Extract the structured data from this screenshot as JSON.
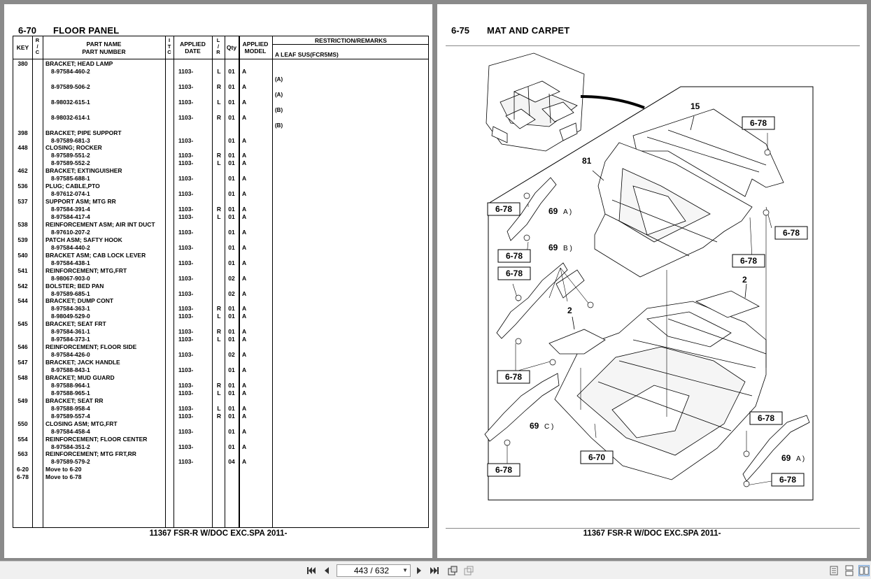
{
  "left_page": {
    "section_number": "6-70",
    "section_title": "FLOOR PANEL",
    "headers": {
      "key": "KEY",
      "rc": [
        "R",
        "/",
        "C"
      ],
      "part_name": "PART NAME",
      "part_number": "PART NUMBER",
      "itc": [
        "I",
        "T",
        "C"
      ],
      "applied_date": [
        "APPLIED",
        "DATE"
      ],
      "lr": [
        "L",
        "/",
        "R"
      ],
      "qty": "Qty",
      "applied_model": [
        "APPLIED",
        "MODEL"
      ],
      "remarks": "RESTRICTION/REMARKS",
      "remarks_note": "A LEAF SUS(FCR5MS)"
    },
    "rows": [
      {
        "key": "380",
        "desc": "BRACKET; HEAD LAMP"
      },
      {
        "pn": "8-97584-460-2",
        "date": "1103-",
        "lr": "L",
        "qty": "01",
        "model": "A"
      },
      {
        "remark": "(A)"
      },
      {
        "pn": "8-97589-506-2",
        "date": "1103-",
        "lr": "R",
        "qty": "01",
        "model": "A"
      },
      {
        "remark": "(A)"
      },
      {
        "pn": "8-98032-615-1",
        "date": "1103-",
        "lr": "L",
        "qty": "01",
        "model": "A"
      },
      {
        "remark": "(B)"
      },
      {
        "pn": "8-98032-614-1",
        "date": "1103-",
        "lr": "R",
        "qty": "01",
        "model": "A"
      },
      {
        "remark": "(B)"
      },
      {
        "key": "398",
        "desc": "BRACKET; PIPE SUPPORT"
      },
      {
        "pn": "8-97589-681-3",
        "date": "1103-",
        "qty": "01",
        "model": "A"
      },
      {
        "key": "448",
        "desc": "CLOSING; ROCKER"
      },
      {
        "pn": "8-97589-551-2",
        "date": "1103-",
        "lr": "R",
        "qty": "01",
        "model": "A"
      },
      {
        "pn": "8-97589-552-2",
        "date": "1103-",
        "lr": "L",
        "qty": "01",
        "model": "A"
      },
      {
        "key": "462",
        "desc": "BRACKET; EXTINGUISHER"
      },
      {
        "pn": "8-97585-688-1",
        "date": "1103-",
        "qty": "01",
        "model": "A"
      },
      {
        "key": "536",
        "desc": "PLUG; CABLE,PTO"
      },
      {
        "pn": "8-97612-074-1",
        "date": "1103-",
        "qty": "01",
        "model": "A"
      },
      {
        "key": "537",
        "desc": "SUPPORT ASM; MTG RR"
      },
      {
        "pn": "8-97584-391-4",
        "date": "1103-",
        "lr": "R",
        "qty": "01",
        "model": "A"
      },
      {
        "pn": "8-97584-417-4",
        "date": "1103-",
        "lr": "L",
        "qty": "01",
        "model": "A"
      },
      {
        "key": "538",
        "desc": "REINFORCEMENT ASM; AIR INT DUCT"
      },
      {
        "pn": "8-97610-207-2",
        "date": "1103-",
        "qty": "01",
        "model": "A"
      },
      {
        "key": "539",
        "desc": "PATCH ASM; SAFTY HOOK"
      },
      {
        "pn": "8-97584-440-2",
        "date": "1103-",
        "qty": "01",
        "model": "A"
      },
      {
        "key": "540",
        "desc": "BRACKET ASM; CAB LOCK LEVER"
      },
      {
        "pn": "8-97584-438-1",
        "date": "1103-",
        "qty": "01",
        "model": "A"
      },
      {
        "key": "541",
        "desc": "REINFORCEMENT; MTG,FRT"
      },
      {
        "pn": "8-98067-903-0",
        "date": "1103-",
        "qty": "02",
        "model": "A"
      },
      {
        "key": "542",
        "desc": "BOLSTER; BED PAN"
      },
      {
        "pn": "8-97589-685-1",
        "date": "1103-",
        "qty": "02",
        "model": "A"
      },
      {
        "key": "544",
        "desc": "BRACKET; DUMP CONT"
      },
      {
        "pn": "8-97584-363-1",
        "date": "1103-",
        "lr": "R",
        "qty": "01",
        "model": "A"
      },
      {
        "pn": "8-98049-529-0",
        "date": "1103-",
        "lr": "L",
        "qty": "01",
        "model": "A"
      },
      {
        "key": "545",
        "desc": "BRACKET; SEAT FRT"
      },
      {
        "pn": "8-97584-361-1",
        "date": "1103-",
        "lr": "R",
        "qty": "01",
        "model": "A"
      },
      {
        "pn": "8-97584-373-1",
        "date": "1103-",
        "lr": "L",
        "qty": "01",
        "model": "A"
      },
      {
        "key": "546",
        "desc": "REINFORCEMENT; FLOOR SIDE"
      },
      {
        "pn": "8-97584-426-0",
        "date": "1103-",
        "qty": "02",
        "model": "A"
      },
      {
        "key": "547",
        "desc": "BRACKET; JACK HANDLE"
      },
      {
        "pn": "8-97588-843-1",
        "date": "1103-",
        "qty": "01",
        "model": "A"
      },
      {
        "key": "548",
        "desc": "BRACKET; MUD GUARD"
      },
      {
        "pn": "8-97588-964-1",
        "date": "1103-",
        "lr": "R",
        "qty": "01",
        "model": "A"
      },
      {
        "pn": "8-97588-965-1",
        "date": "1103-",
        "lr": "L",
        "qty": "01",
        "model": "A"
      },
      {
        "key": "549",
        "desc": "BRACKET; SEAT RR"
      },
      {
        "pn": "8-97588-958-4",
        "date": "1103-",
        "lr": "L",
        "qty": "01",
        "model": "A"
      },
      {
        "pn": "8-97589-557-4",
        "date": "1103-",
        "lr": "R",
        "qty": "01",
        "model": "A"
      },
      {
        "key": "550",
        "desc": "CLOSING ASM; MTG,FRT"
      },
      {
        "pn": "8-97584-458-4",
        "date": "1103-",
        "qty": "01",
        "model": "A"
      },
      {
        "key": "554",
        "desc": "REINFORCEMENT; FLOOR CENTER"
      },
      {
        "pn": "8-97584-351-2",
        "date": "1103-",
        "qty": "01",
        "model": "A"
      },
      {
        "key": "563",
        "desc": "REINFORCEMENT; MTG FRT,RR"
      },
      {
        "pn": "8-97589-579-2",
        "date": "1103-",
        "qty": "04",
        "model": "A"
      },
      {
        "key": "6-20",
        "desc": "Move to 6-20"
      },
      {
        "key": "6-78",
        "desc": "Move to 6-78"
      }
    ],
    "footer": "11367 FSR-R W/DOC EXC.SPA 2011-"
  },
  "right_page": {
    "section_number": "6-75",
    "section_title": "MAT AND CARPET",
    "callouts": {
      "ref_6_78": "6-78",
      "ref_6_70": "6-70",
      "n15": "15",
      "n81": "81",
      "n69": "69",
      "n2": "2",
      "tag_a": "A )",
      "tag_b": "B )",
      "tag_c": "C )"
    },
    "footer": "11367 FSR-R W/DOC EXC.SPA 2011-"
  },
  "toolbar": {
    "page_indicator": "443 / 632",
    "first_icon": "first-page-icon",
    "prev_icon": "previous-page-icon",
    "next_icon": "next-page-icon",
    "last_icon": "last-page-icon"
  }
}
